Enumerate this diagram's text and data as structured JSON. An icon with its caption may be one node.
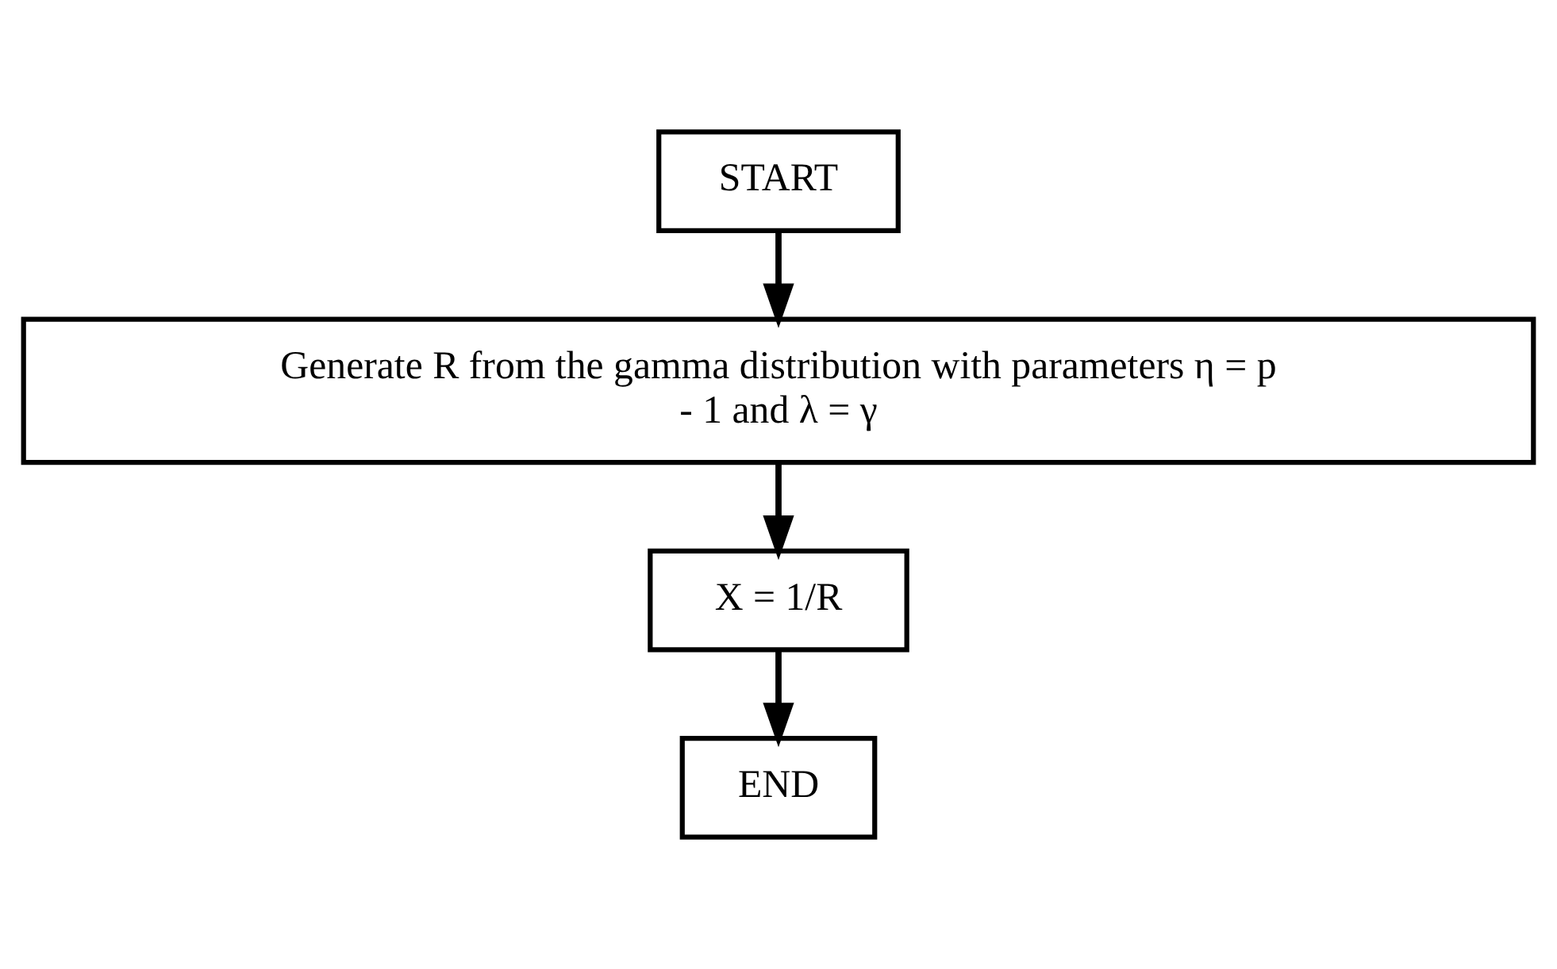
{
  "diagram": {
    "nodes": [
      {
        "text": [
          "START"
        ]
      },
      {
        "text": [
          "Generate R from the gamma distribution with parameters η = p - 1 and λ = γ"
        ]
      },
      {
        "text": [
          "X = 1/R"
        ]
      },
      {
        "text": [
          "END"
        ]
      }
    ],
    "edges": [
      {
        "from": 0,
        "to": 1,
        "arrow": "to"
      },
      {
        "from": 1,
        "to": 2,
        "arrow": "to"
      },
      {
        "from": 2,
        "to": 3,
        "arrow": "to"
      }
    ]
  }
}
